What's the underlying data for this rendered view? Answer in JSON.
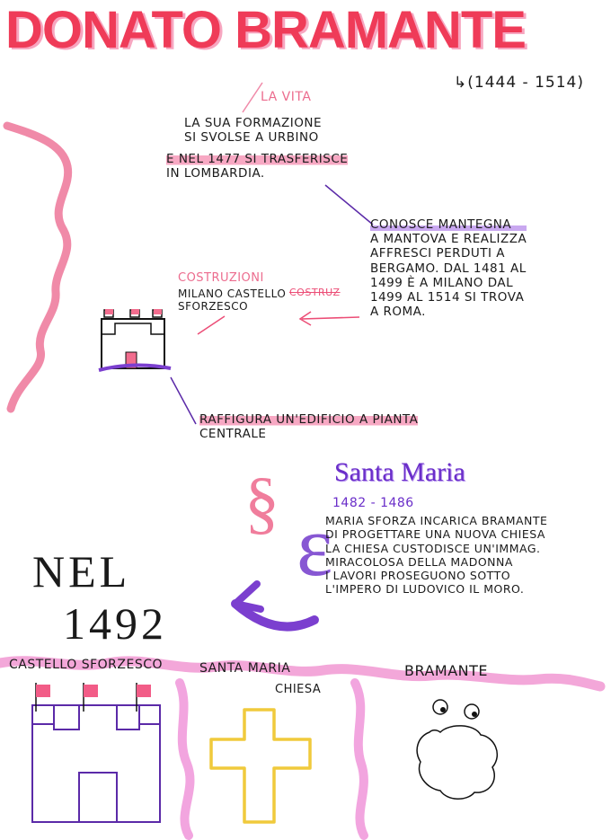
{
  "title": "DONATO BRAMANTE",
  "dates": "↳(1444 - 1514)",
  "vita": {
    "heading": "LA VITA",
    "lines": [
      "LA SUA FORMAZIONE",
      "SI SVOLSE A URBINO",
      "E NEL 1477 SI TRASFERISCE",
      "IN LOMBARDIA."
    ]
  },
  "mantegna": {
    "lines": [
      "CONOSCE MANTEGNA",
      "A MANTOVA E REALIZZA",
      "AFFRESCI PERDUTI A",
      "BERGAMO. DAL 1481 AL",
      "1499 È A MILANO DAL",
      "1499 AL 1514 SI TROVA",
      "A ROMA."
    ]
  },
  "costruzioni": {
    "heading": "COSTRUZIONI",
    "lines": [
      "MILANO CASTELLO",
      "SFORZESCO"
    ],
    "crossed": "COSTRUZ"
  },
  "raffigura": {
    "lines": [
      "RAFFIGURA UN'EDIFICIO A PIANTA",
      "CENTRALE"
    ]
  },
  "santa_maria": {
    "title": "Santa Maria",
    "dates": "1482 - 1486",
    "lines": [
      "MARIA SFORZA INCARICA BRAMANTE",
      "DI PROGETTARE UNA NUOVA CHIESA",
      "LA CHIESA CUSTODISCE UN'IMMAG.",
      "MIRACOLOSA DELLA MADONNA",
      "I LAVORI PROSEGUONO SOTTO",
      "L'IMPERO DI LUDOVICO IL MORO."
    ]
  },
  "nel_1492": {
    "line1": "NEL",
    "line2": "1492"
  },
  "bottom": {
    "castello": "CASTELLO SFORZESCO",
    "santa": "SANTA MARIA",
    "chiesa": "CHIESA",
    "bramante": "BRAMANTE"
  },
  "colors": {
    "pink": "#ef3b58",
    "light_pink": "#f7a8c3",
    "magenta": "#e67ad9",
    "purple": "#6a2ec9",
    "yellow": "#f5d24b"
  }
}
